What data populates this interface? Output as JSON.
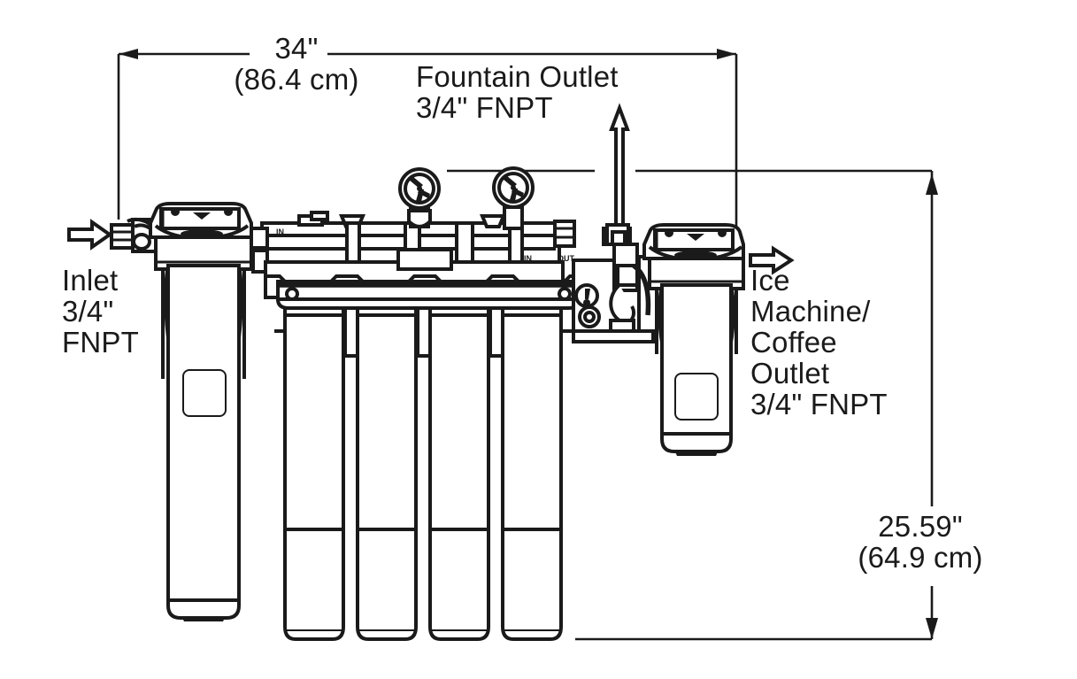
{
  "drawing": {
    "title": "Water filtration system dimensional drawing",
    "line_color": "#1a1a1a",
    "fill_color": "#ffffff",
    "background": "#ffffff"
  },
  "dimensions": {
    "width": {
      "imperial": "34\"",
      "metric": "(86.4 cm)",
      "text": "34\"\n(86.4 cm)",
      "orientation": "horizontal",
      "arrow_style": "double-ended"
    },
    "height": {
      "imperial": "25.59\"",
      "metric": "(64.9 cm)",
      "text": "25.59\"\n(64.9 cm)",
      "orientation": "vertical",
      "arrow_style": "double-ended"
    }
  },
  "ports": {
    "inlet": {
      "name": "Inlet",
      "size": "3/4\" FNPT",
      "text": "Inlet\n3/4\"\nFNPT",
      "arrow_direction": "right",
      "arrow_icon": "arrow-right-icon"
    },
    "fountain_outlet": {
      "name": "Fountain Outlet",
      "size": "3/4\" FNPT",
      "text": "Fountain Outlet\n3/4\" FNPT",
      "arrow_direction": "up",
      "arrow_icon": "arrow-up-icon"
    },
    "ice_coffee_outlet": {
      "name": "Ice Machine/ Coffee Outlet",
      "size": "3/4\" FNPT",
      "text": "Ice\nMachine/\nCoffee\nOutlet\n3/4\" FNPT",
      "arrow_direction": "right",
      "arrow_icon": "arrow-right-icon"
    }
  },
  "components": {
    "prefilter_housing": {
      "name": "Prefilter housing",
      "position": "left",
      "has_label_panel": true
    },
    "manifold": {
      "name": "Filter manifold head",
      "gauge_count": 2,
      "gauges": [
        {
          "name": "inlet-pressure-gauge"
        },
        {
          "name": "outlet-pressure-gauge"
        }
      ],
      "port_markings": [
        "IN",
        "OUT"
      ]
    },
    "cartridges": {
      "name": "Filter cartridges",
      "count": 4,
      "items": [
        {
          "name": "cartridge-1"
        },
        {
          "name": "cartridge-2"
        },
        {
          "name": "cartridge-3"
        },
        {
          "name": "cartridge-4"
        }
      ]
    },
    "postfilter_housing": {
      "name": "Post filter housing",
      "position": "right",
      "has_label_panel": true
    },
    "blend_valve": {
      "name": "Blend/bypass valve assembly",
      "position": "right-of-manifold"
    }
  }
}
